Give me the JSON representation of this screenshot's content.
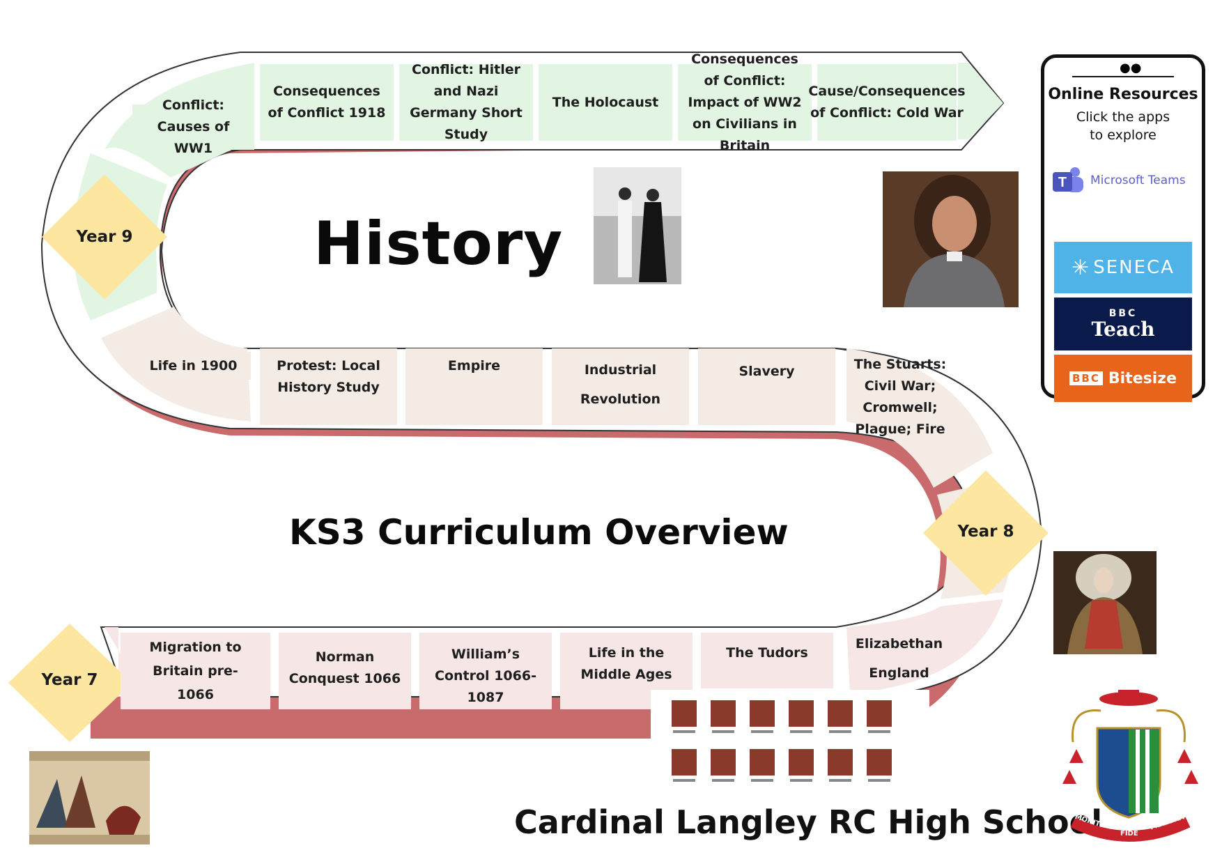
{
  "page": {
    "title": "History",
    "subtitle": "KS3 Curriculum Overview",
    "school": "Cardinal Langley RC High School"
  },
  "year_markers": {
    "year9": "Year 9",
    "year8": "Year 8",
    "year7": "Year 7"
  },
  "topics": {
    "year9": [
      "Conflict: Causes of WW1",
      "Consequences of Conflict 1918",
      "Conflict: Hitler and Nazi Germany Short Study",
      "The Holocaust",
      "Consequences of Conflict: Impact of WW2 on Civilians in Britain",
      "Cause/Consequences of Conflict: Cold War"
    ],
    "year8": [
      "Life in 1900",
      "Protest: Local History Study",
      "Empire",
      "Industrial Revolution",
      "Slavery",
      "The Stuarts: Civil War; Cromwell; Plague; Fire"
    ],
    "year7": [
      "Migration to Britain pre-1066",
      "Norman Conquest 1066",
      "William’s Control 1066-1087",
      "Life in the Middle Ages",
      "The Tudors",
      "Elizabethan England"
    ]
  },
  "online_resources": {
    "heading": "Online Resources",
    "subtext": "Click the apps to explore",
    "apps": [
      {
        "name": "Microsoft Teams",
        "icon": "teams-icon",
        "color": "#5b5fc7"
      },
      {
        "name": "SENECA",
        "icon": "seneca-icon",
        "color": "#4fb3e8"
      },
      {
        "name": "Teach",
        "icon": "bbc-teach-icon",
        "badge": "BBC",
        "color": "#0a1a4a"
      },
      {
        "name": "Bitesize",
        "icon": "bbc-bitesize-icon",
        "badge": "BBC",
        "color": "#e8641b"
      }
    ]
  },
  "crest": {
    "motto_left": "MONITI",
    "motto_center": "FIDE",
    "motto_right": "MELIORA"
  },
  "colors": {
    "year9_track": "#e2f5e3",
    "year8_track": "#f4ebe4",
    "year7_track": "#f6e7e6",
    "track_shadow": "#c96a6c",
    "year_marker": "#fde6a0"
  }
}
